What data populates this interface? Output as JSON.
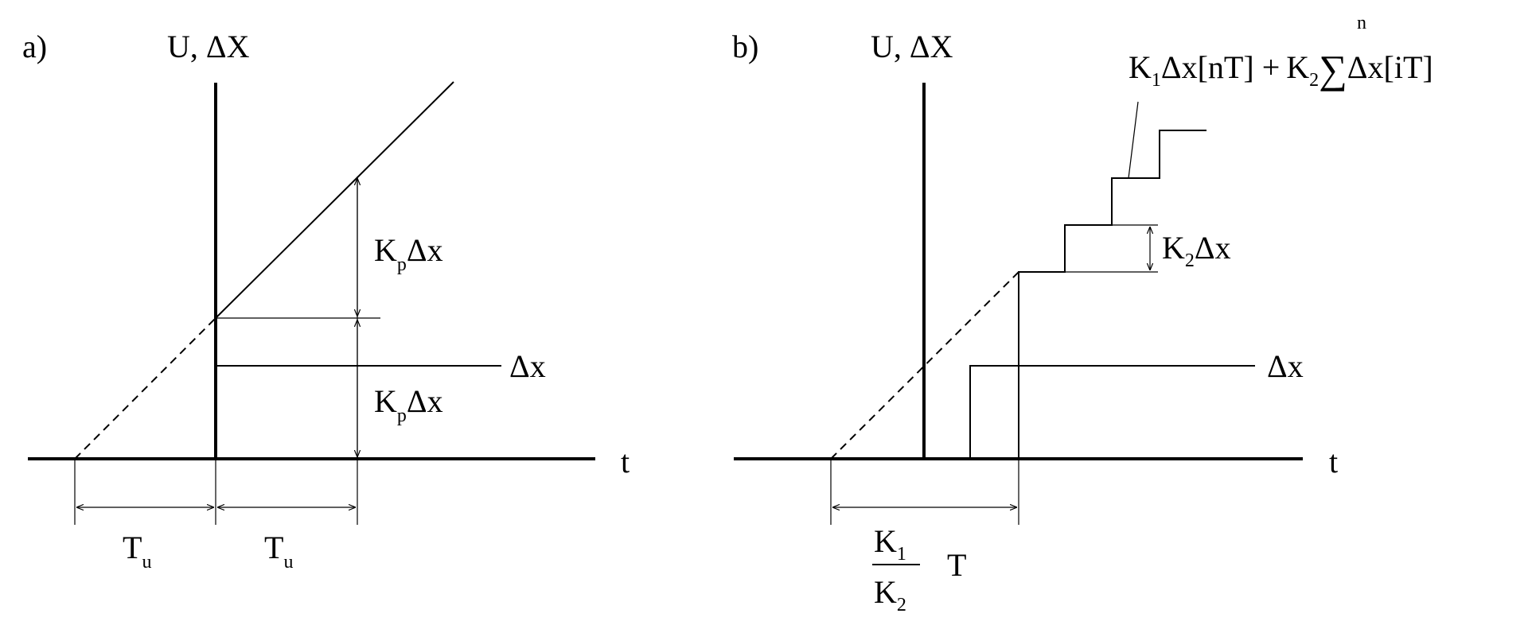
{
  "panel_a": {
    "label": "a)",
    "y_axis_label": "U, ΔX",
    "t_axis_label": "t",
    "dx_label": "Δx",
    "kp_upper": {
      "main": "K",
      "sub": "p",
      "rest": "Δx"
    },
    "kp_lower": {
      "main": "K",
      "sub": "p",
      "rest": "Δx"
    },
    "tu_left": {
      "main": "T",
      "sub": "u"
    },
    "tu_right": {
      "main": "T",
      "sub": "u"
    }
  },
  "panel_b": {
    "label": "b)",
    "y_axis_label": "U, ΔX",
    "t_axis_label": "t",
    "dx_label": "Δx",
    "k2dx": {
      "main": "K",
      "sub": "2",
      "rest": "Δx"
    },
    "formula": {
      "k1": "K",
      "k1_sub": "1",
      "part1": "Δx[nT] +",
      "k2": "K",
      "k2_sub": "2",
      "sigma": "∑",
      "sigma_top": "n",
      "part2": "Δx[iT]"
    },
    "fraction": {
      "num": "K",
      "num_sub": "1",
      "den": "K",
      "den_sub": "2",
      "rest": "T"
    }
  },
  "colors": {
    "ink": "#000000",
    "background": "#ffffff"
  }
}
